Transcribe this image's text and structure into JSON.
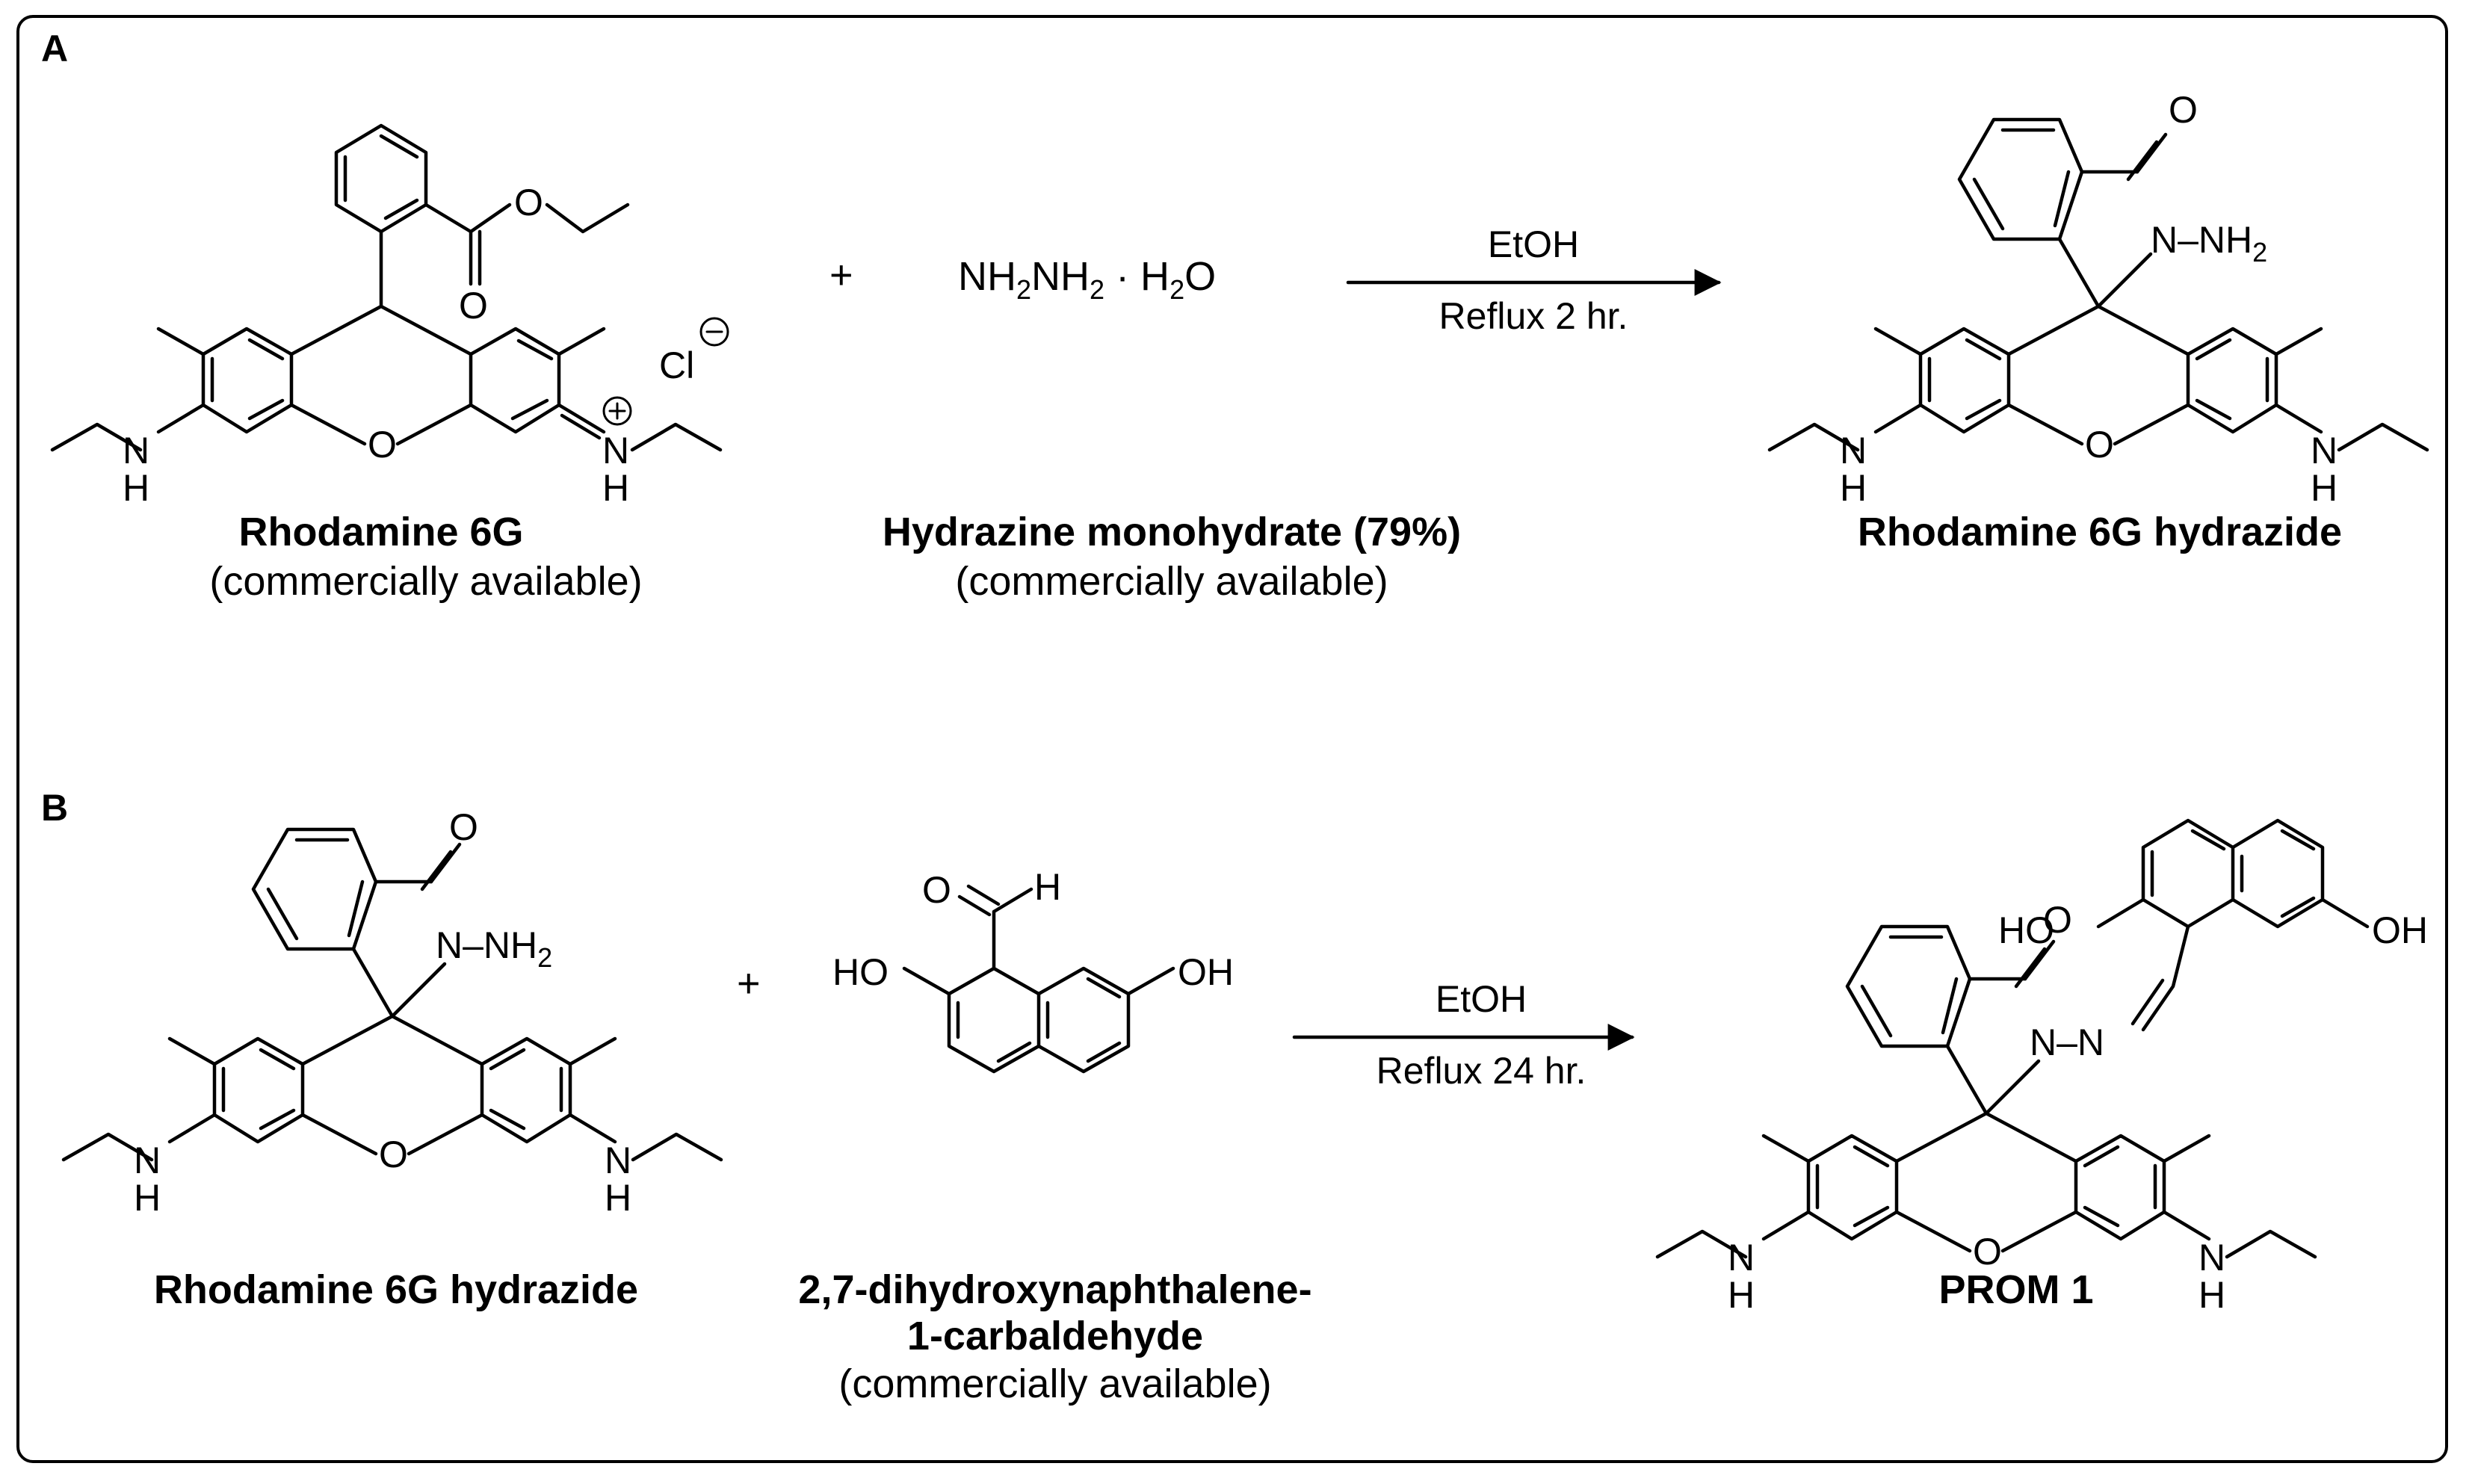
{
  "panels": {
    "a": "A",
    "b": "B"
  },
  "reaction_a": {
    "plus": "+",
    "reactant1": {
      "name": "Rhodamine 6G",
      "note": "(commercially available)",
      "counterion": "Cl"
    },
    "reactant2": {
      "formula": "NH2NH2 · H2O",
      "name": "Hydrazine monohydrate (79%)",
      "note": "(commercially available)"
    },
    "conditions": {
      "solvent": "EtOH",
      "time": "Reflux 2 hr."
    },
    "product": {
      "name": "Rhodamine 6G hydrazide"
    }
  },
  "reaction_b": {
    "plus": "+",
    "reactant1": {
      "name": "Rhodamine 6G hydrazide"
    },
    "reactant2": {
      "name_line1": "2,7-dihydroxynaphthalene-",
      "name_line2": "1-carbaldehyde",
      "note": "(commercially available)"
    },
    "conditions": {
      "solvent": "EtOH",
      "time": "Reflux 24 hr."
    },
    "product": {
      "name": "PROM 1"
    }
  },
  "atoms": {
    "O": "O",
    "N": "N",
    "H": "H",
    "NH": "NH",
    "OH": "OH",
    "HO": "HO",
    "NN": "N–N",
    "NNH": "N–NH",
    "sub2": "2"
  }
}
